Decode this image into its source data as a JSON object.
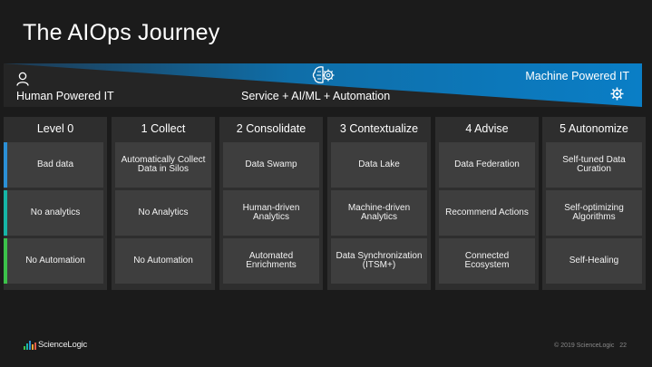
{
  "slide": {
    "title": "The AIOps Journey",
    "banner": {
      "human_label": "Human Powered IT",
      "center_label": "Service + AI/ML + Automation",
      "machine_label": "Machine Powered IT"
    },
    "columns": [
      {
        "header": "Level 0",
        "cells": [
          "Bad data",
          "No analytics",
          "No Automation"
        ]
      },
      {
        "header": "1 Collect",
        "cells": [
          "Automatically Collect Data in Silos",
          "No Analytics",
          "No Automation"
        ]
      },
      {
        "header": "2 Consolidate",
        "cells": [
          "Data Swamp",
          "Human-driven Analytics",
          "Automated Enrichments"
        ]
      },
      {
        "header": "3 Contextualize",
        "cells": [
          "Data Lake",
          "Machine-driven Analytics",
          "Data Synchronization (ITSM+)"
        ]
      },
      {
        "header": "4 Advise",
        "cells": [
          "Data Federation",
          "Recommend Actions",
          "Connected Ecosystem"
        ]
      },
      {
        "header": "5 Autonomize",
        "cells": [
          "Self-tuned Data Curation",
          "Self-optimizing Algorithms",
          "Self-Healing"
        ]
      }
    ],
    "row_colors": [
      "#2b8fd6",
      "#16b5a7",
      "#3cc24a"
    ],
    "footer": {
      "logo_text": "ScienceLogic",
      "copyright": "© 2019 ScienceLogic",
      "page_number": "22"
    },
    "icons": {
      "human": "person-icon",
      "center": "brain-gear-icon",
      "machine": "gear-icon"
    }
  }
}
